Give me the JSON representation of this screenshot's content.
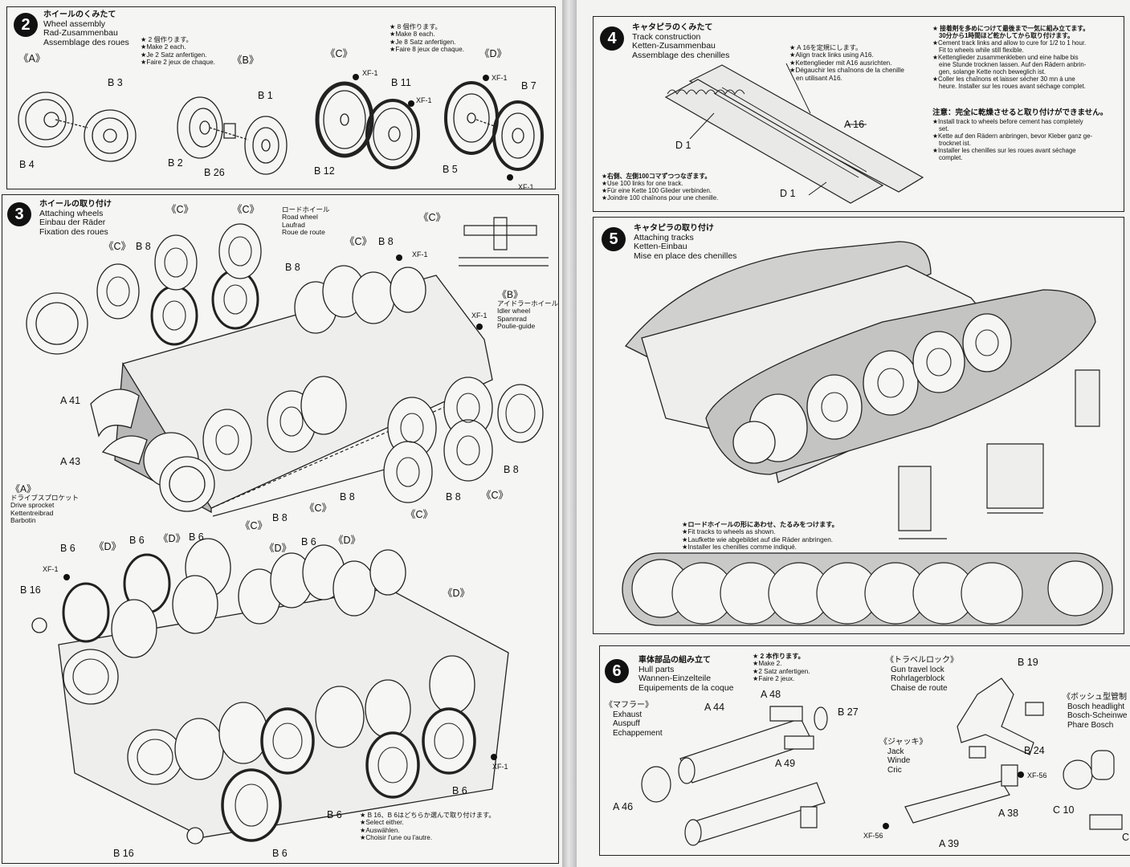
{
  "colors": {
    "paper": "#f3f3f1",
    "ink": "#111111",
    "gray_panel": "#b8b8b8"
  },
  "step2": {
    "number": "2",
    "title_jp": "ホイールのくみたて",
    "title_en": "Wheel assembly",
    "title_de": "Rad-Zusammenbau",
    "title_fr": "Assemblage des roues",
    "note_b_jp": "★ 2 個作ります。",
    "note_b_en": "★Make 2 each.",
    "note_b_de": "★Je 2 Satz anfertigen.",
    "note_b_fr": "★Faire 2 jeux de chaque.",
    "note_cd_jp": "★ 8 個作ります。",
    "note_cd_en": "★Make 8 each.",
    "note_cd_de": "★Je 8 Satz anfertigen.",
    "note_cd_fr": "★Faire 8 jeux de chaque.",
    "labels": {
      "A": "《A》",
      "B": "《B》",
      "C": "《C》",
      "D": "《D》",
      "B3": "B 3",
      "B4": "B 4",
      "B1": "B 1",
      "B2": "B 2",
      "B26": "B 26",
      "B11": "B 11",
      "B12": "B 12",
      "B5": "B 5",
      "B7": "B 7",
      "xf1_a": "XF-1",
      "xf1_b": "XF-1",
      "xf1_c": "XF-1",
      "xf1_d": "XF-1"
    }
  },
  "step3": {
    "number": "3",
    "title_jp": "ホイールの取り付け",
    "title_en": "Attaching wheels",
    "title_de": "Einbau der Räder",
    "title_fr": "Fixation des roues",
    "road_wheel_jp": "ロードホイール",
    "road_wheel_en": "Road wheel",
    "road_wheel_de": "Laufrad",
    "road_wheel_fr": "Roue de route",
    "idler_tag": "《B》",
    "idler_jp": "アイドラーホイール",
    "idler_en": "Idler wheel",
    "idler_de": "Spannrad",
    "idler_fr": "Poulie-guide",
    "sprocket_tag": "《A》",
    "sprocket_jp": "ドライブスプロケット",
    "sprocket_en": "Drive sprocket",
    "sprocket_de": "Kettentreibrad",
    "sprocket_fr": "Barbotin",
    "select_jp": "★ B 16、B 6はどちらか選んで取り付けます。",
    "select_en": "★Select either.",
    "select_de": "★Auswählen.",
    "select_fr": "★Choisir l'une ou l'autre.",
    "labels": {
      "c1": "《C》",
      "c2": "《C》",
      "c3": "《C》",
      "c4": "《C》",
      "c5": "《C》",
      "c6": "《C》",
      "c7": "《C》",
      "c8": "《C》",
      "b8_1": "B 8",
      "b8_2": "B 8",
      "b8_3": "B 8",
      "b8_4": "B 8",
      "b8_5": "B 8",
      "b8_6": "B 8",
      "b8_7": "B 8",
      "a41": "A 41",
      "a43": "A 43",
      "xf1_1": "XF-1",
      "xf1_2": "XF-1",
      "b6_1": "B 6",
      "b6_2": "B 6",
      "b6_3": "B 6",
      "b6_4": "B 6",
      "b6_5": "B 6",
      "b6_6": "B 6",
      "d1": "《D》",
      "d2": "《D》",
      "d3": "《D》",
      "d4": "《D》",
      "d5": "《D》",
      "b16_1": "B 16",
      "b16_2": "B 16",
      "xf1_3": "XF-1",
      "xf1_4": "XF-1"
    }
  },
  "step4": {
    "number": "4",
    "title_jp": "キャタピラのくみたて",
    "title_en": "Track construction",
    "title_de": "Ketten-Zusammenbau",
    "title_fr": "Assemblage des chenilles",
    "a16_jp": "★ A 16を定規にします。",
    "a16_en": "★Align track links using A16.",
    "a16_de": "★Kettenglieder mit A16 ausrichten.",
    "a16_fr1": "★Dégauchir les chaînons de la chenille",
    "a16_fr2": "en utilisant A16.",
    "cement_jp1": "★ 接着剤を多めにつけて最後まで一気に組み立てます。",
    "cement_jp2": "30分から1時間ほど乾かしてから取り付けます。",
    "cement_en1": "★Cement track links and allow to cure for 1/2 to 1 hour.",
    "cement_en2": "Fit to wheels while still flexible.",
    "cement_de1": "★Kettenglieder zusammenkleben und eine halbe bis",
    "cement_de2": "eine Stunde trocknen lassen. Auf den Rädern anbrin-",
    "cement_de3": "gen, solange Kette noch beweglich ist.",
    "cement_fr1": "★Coller les chaînons et laisser sécher 30 mn à une",
    "cement_fr2": "heure. Installer sur les roues avant séchage complet.",
    "caution_jp": "注意：完全に乾燥させると取り付けができません。",
    "caution_en1": "★Install track to wheels before cement has completely",
    "caution_en2": "set.",
    "caution_de1": "★Kette auf den Rädern anbringen, bevor Kleber ganz ge-",
    "caution_de2": "trocknet ist.",
    "caution_fr1": "★Installer les chenilles sur les roues avant séchage",
    "caution_fr2": "complet.",
    "links_jp": "★右側、左側100コマずつつなぎます。",
    "links_en": "★Use 100 links for one track.",
    "links_de": "★Für eine Kette 100 Glieder verbinden.",
    "links_fr": "★Joindre 100 chaînons pour une chenille.",
    "labels": {
      "a16": "A 16",
      "d1_a": "D 1",
      "d1_b": "D 1"
    }
  },
  "step5": {
    "number": "5",
    "title_jp": "キャタピラの取り付け",
    "title_en": "Attaching tracks",
    "title_de": "Ketten-Einbau",
    "title_fr": "Mise en place des chenilles",
    "fit_jp": "★ロードホイールの形にあわせ、たるみをつけます。",
    "fit_en": "★Fit tracks to wheels as shown.",
    "fit_de": "★Laufkette wie abgebildet auf die Räder anbringen.",
    "fit_fr": "★Installer les chenilles comme indiqué."
  },
  "step6": {
    "number": "6",
    "title_jp": "車体部品の組み立て",
    "title_en": "Hull parts",
    "title_de": "Wannen-Einzelteile",
    "title_fr": "Equipements de la coque",
    "make2_jp": "★ 2 本作ります。",
    "make2_en": "★Make 2.",
    "make2_de": "★2 Satz anfertigen.",
    "make2_fr": "★Faire 2 jeux.",
    "muffler_jp": "《マフラー》",
    "muffler_en": "Exhaust",
    "muffler_de": "Auspuff",
    "muffler_fr": "Echappement",
    "travel_jp": "《トラベルロック》",
    "travel_en": "Gun travel lock",
    "travel_de": "Rohrlagerblock",
    "travel_fr": "Chaise de route",
    "jack_jp": "《ジャッキ》",
    "jack_en": "Jack",
    "jack_de": "Winde",
    "jack_fr": "Cric",
    "bosch_jp": "《ボッシュ型管制",
    "bosch_en": "Bosch headlight",
    "bosch_de": "Bosch-Scheinwe",
    "bosch_fr": "Phare Bosch",
    "labels": {
      "a44": "A 44",
      "a48": "A 48",
      "b27": "B 27",
      "a49": "A 49",
      "a46": "A 46",
      "b19": "B 19",
      "b24": "B 24",
      "xf56_a": "XF-56",
      "xf56_b": "XF-56",
      "a38": "A 38",
      "a39": "A 39",
      "c10": "C 10",
      "c": "C"
    }
  }
}
